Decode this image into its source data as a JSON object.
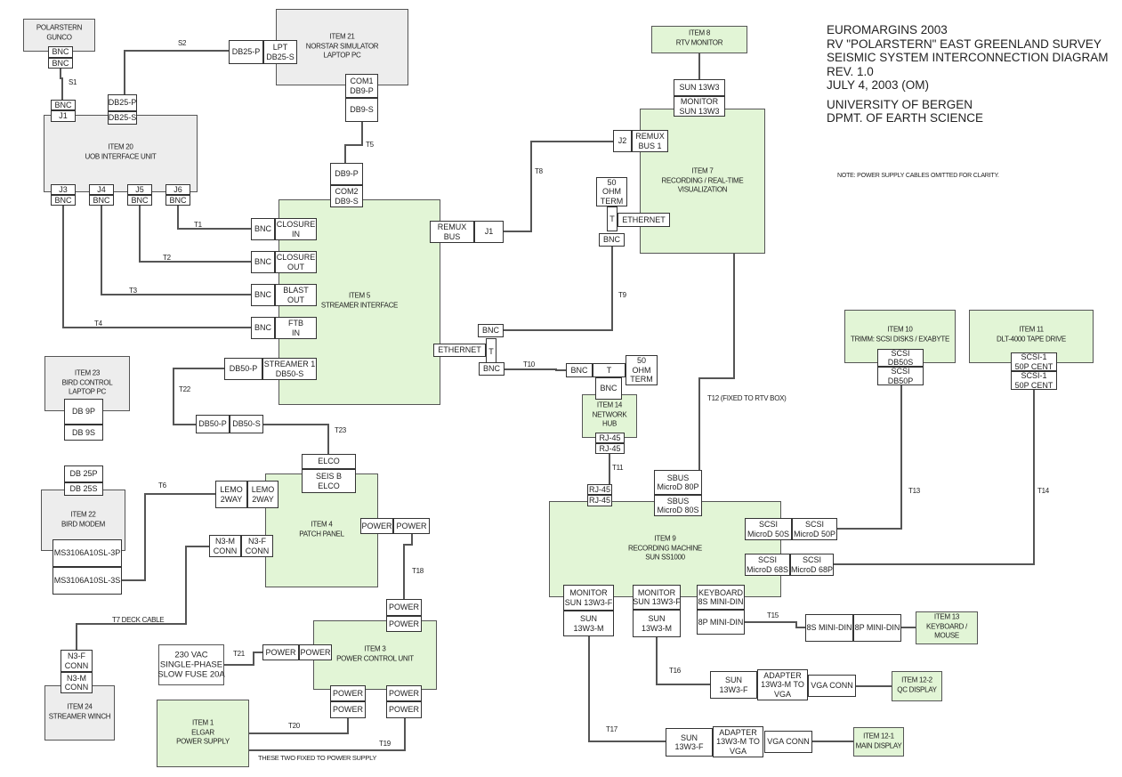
{
  "title": {
    "lines": [
      "EUROMARGINS 2003",
      "RV \"POLARSTERN\" EAST GREENLAND SURVEY",
      "SEISMIC SYSTEM INTERCONNECTION DIAGRAM",
      "REV. 1.0",
      "JULY 4, 2003 (OM)",
      "",
      "UNIVERSITY OF BERGEN",
      "DPMT. OF EARTH SCIENCE"
    ]
  },
  "note": "NOTE: POWER SUPPLY CABLES OMITTED FOR CLARITY.",
  "fixed_note": "THESE TWO FIXED TO POWER SUPPLY",
  "colors": {
    "equipment_ours": "#e2f5d6",
    "equipment_ship": "#ededed",
    "wire": "#555555"
  },
  "items": [
    {
      "id": "gunco",
      "style": "gray",
      "lines": [
        "POLARSTERN",
        "GUNCO"
      ]
    },
    {
      "id": "item21",
      "style": "gray",
      "lines": [
        "ITEM 21",
        "NORSTAR SIMULATOR",
        "LAPTOP PC"
      ]
    },
    {
      "id": "item20",
      "style": "gray",
      "lines": [
        "ITEM 20",
        "UOB INTERFACE UNIT"
      ]
    },
    {
      "id": "item5",
      "style": "green",
      "lines": [
        "ITEM 5",
        "STREAMER INTERFACE"
      ]
    },
    {
      "id": "item8",
      "style": "green",
      "lines": [
        "ITEM 8",
        "RTV MONITOR"
      ]
    },
    {
      "id": "item7",
      "style": "green",
      "lines": [
        "ITEM 7",
        "RECORDING / REAL-TIME",
        "VISUALIZATION"
      ]
    },
    {
      "id": "item23",
      "style": "gray",
      "lines": [
        "ITEM 23",
        "BIRD CONTROL",
        "LAPTOP PC"
      ]
    },
    {
      "id": "item22",
      "style": "gray",
      "lines": [
        "ITEM 22",
        "BIRD MODEM"
      ]
    },
    {
      "id": "item24",
      "style": "gray",
      "lines": [
        "ITEM 24",
        "STREAMER WINCH"
      ]
    },
    {
      "id": "item4",
      "style": "green",
      "lines": [
        "ITEM 4",
        "PATCH PANEL"
      ]
    },
    {
      "id": "item3",
      "style": "green",
      "lines": [
        "ITEM 3",
        "POWER CONTROL UNIT"
      ]
    },
    {
      "id": "item1",
      "style": "green",
      "lines": [
        "ITEM 1",
        "ELGAR",
        "POWER SUPPLY"
      ]
    },
    {
      "id": "item14",
      "style": "green",
      "lines": [
        "ITEM 14",
        "NETWORK",
        "HUB"
      ]
    },
    {
      "id": "item10",
      "style": "green",
      "lines": [
        "ITEM 10",
        "TRIMM: SCSI DISKS / EXABYTE"
      ]
    },
    {
      "id": "item11",
      "style": "green",
      "lines": [
        "ITEM 11",
        "DLT-4000 TAPE DRIVE"
      ]
    },
    {
      "id": "item9",
      "style": "green",
      "lines": [
        "ITEM 9",
        "RECORDING MACHINE",
        "SUN SS1000"
      ]
    },
    {
      "id": "item13",
      "style": "green",
      "lines": [
        "ITEM 13",
        "KEYBOARD /",
        "MOUSE"
      ]
    },
    {
      "id": "item12-2",
      "style": "green",
      "lines": [
        "ITEM 12-2",
        "QC DISPLAY"
      ]
    },
    {
      "id": "item12-1",
      "style": "green",
      "lines": [
        "ITEM 12-1",
        "MAIN DISPLAY"
      ]
    },
    {
      "id": "mains",
      "style": "white",
      "lines": [
        "230 VAC",
        "SINGLE-PHASE",
        "SLOW FUSE 20A"
      ]
    }
  ],
  "connectors": [
    [
      "BNC"
    ],
    [
      "BNC"
    ],
    [
      "BNC"
    ],
    [
      "J1"
    ],
    [
      "DB25-P"
    ],
    [
      "DB25-S"
    ],
    [
      "J3"
    ],
    [
      "BNC"
    ],
    [
      "J4"
    ],
    [
      "BNC"
    ],
    [
      "J5"
    ],
    [
      "BNC"
    ],
    [
      "J6"
    ],
    [
      "BNC"
    ],
    [
      "DB25-P"
    ],
    [
      "LPT",
      "DB25-S"
    ],
    [
      "COM1",
      "DB9-P"
    ],
    [
      "DB9-S"
    ],
    [
      "DB9-P"
    ],
    [
      "COM2",
      "DB9-S"
    ],
    [
      "BNC"
    ],
    [
      "CLOSURE",
      "IN"
    ],
    [
      "BNC"
    ],
    [
      "CLOSURE",
      "OUT"
    ],
    [
      "BNC"
    ],
    [
      "BLAST",
      "OUT"
    ],
    [
      "BNC"
    ],
    [
      "FTB",
      "IN"
    ],
    [
      "DB50-P"
    ],
    [
      "STREAMER 1",
      "DB50-S"
    ],
    [
      "REMUX",
      "BUS"
    ],
    [
      "J1"
    ],
    [
      "BNC"
    ],
    [
      "ETHERNET"
    ],
    [
      "T"
    ],
    [
      "BNC"
    ],
    [
      "J2"
    ],
    [
      "REMUX",
      "BUS 1"
    ],
    [
      "SUN 13W3"
    ],
    [
      "MONITOR",
      "SUN 13W3"
    ],
    [
      "50",
      "OHM",
      "TERM"
    ],
    [
      "T"
    ],
    [
      "ETHERNET"
    ],
    [
      "BNC"
    ],
    [
      "BNC"
    ],
    [
      "T"
    ],
    [
      "50",
      "OHM",
      "TERM"
    ],
    [
      "BNC"
    ],
    [
      "RJ-45"
    ],
    [
      "RJ-45"
    ],
    [
      "RJ-45"
    ],
    [
      "RJ-45"
    ],
    [
      "SBUS",
      "MicroD 80P"
    ],
    [
      "SBUS",
      "MicroD 80S"
    ],
    [
      "SCSI",
      "MicroD 50S"
    ],
    [
      "SCSI",
      "MicroD 50P"
    ],
    [
      "SCSI",
      "MicroD 68S"
    ],
    [
      "SCSI",
      "MicroD 68P"
    ],
    [
      "MONITOR",
      "SUN 13W3-F"
    ],
    [
      "SUN",
      "13W3-M"
    ],
    [
      "MONITOR",
      "SUN 13W3-F"
    ],
    [
      "SUN",
      "13W3-M"
    ],
    [
      "KEYBOARD",
      "8S MINI-DIN"
    ],
    [
      "8P MINI-DIN"
    ],
    [
      "8S MINI-DIN"
    ],
    [
      "8P MINI-DIN"
    ],
    [
      "SUN",
      "13W3-F"
    ],
    [
      "ADAPTER",
      "13W3-M TO",
      "VGA"
    ],
    [
      "VGA CONN"
    ],
    [
      "SUN",
      "13W3-F"
    ],
    [
      "ADAPTER",
      "13W3-M TO",
      "VGA"
    ],
    [
      "VGA CONN"
    ],
    [
      "SCSI",
      "DB50S"
    ],
    [
      "SCSI",
      "DB50P"
    ],
    [
      "SCSI-1",
      "50P CENT"
    ],
    [
      "SCSI-1",
      "50P CENT"
    ],
    [
      "DB 9P"
    ],
    [
      "DB 9S"
    ],
    [
      "DB 25P"
    ],
    [
      "DB 25S"
    ],
    [
      "MS3106A10SL-3P"
    ],
    [
      "MS3106A10SL-3S"
    ],
    [
      "DB50-P"
    ],
    [
      "DB50-S"
    ],
    [
      "ELCO"
    ],
    [
      "SEIS B",
      "ELCO"
    ],
    [
      "LEMO",
      "2WAY"
    ],
    [
      "LEMO",
      "2WAY"
    ],
    [
      "N3-M",
      "CONN"
    ],
    [
      "N3-F",
      "CONN"
    ],
    [
      "POWER"
    ],
    [
      "POWER"
    ],
    [
      "POWER"
    ],
    [
      "POWER"
    ],
    [
      "POWER"
    ],
    [
      "POWER"
    ],
    [
      "POWER"
    ],
    [
      "POWER"
    ],
    [
      "POWER"
    ],
    [
      "POWER"
    ],
    [
      "N3-F",
      "CONN"
    ],
    [
      "N3-M",
      "CONN"
    ]
  ],
  "cables": [
    "S1",
    "S2",
    "T5",
    "T1",
    "T2",
    "T3",
    "T4",
    "T22",
    "T23",
    "T6",
    "T7 DECK CABLE",
    "T18",
    "T21",
    "T20",
    "T19",
    "T8",
    "T9",
    "T10",
    "",
    "T12 (FIXED TO RTV BOX)",
    "T11",
    "T13",
    "T14",
    "T15",
    "",
    "T16",
    "",
    "T17",
    ""
  ]
}
